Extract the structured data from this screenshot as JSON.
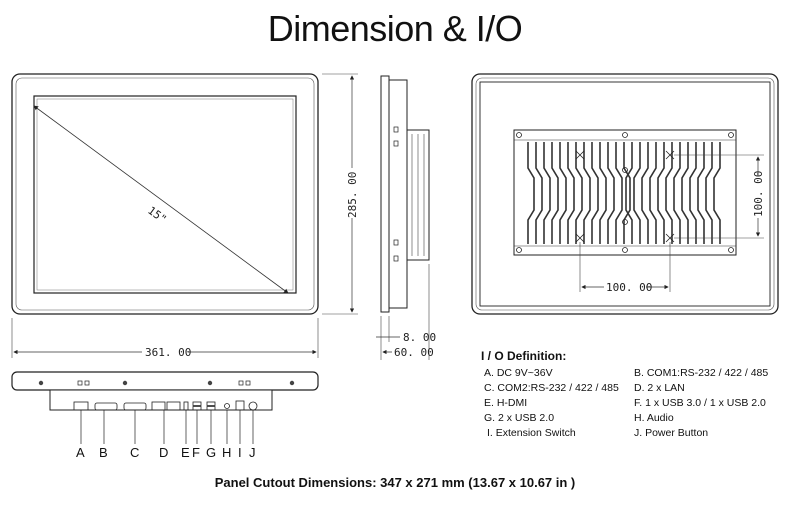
{
  "title": "Dimension & I/O",
  "front_view": {
    "diagonal_label": "15\"",
    "width_label": "361. 00",
    "height_label": "285. 00"
  },
  "side_view": {
    "depth_label_1": "8. 00",
    "depth_label_2": "60. 00"
  },
  "rear_view": {
    "hole_spacing_h": "100. 00",
    "hole_spacing_v": "100. 00"
  },
  "ports": {
    "letters": [
      "A",
      "B",
      "C",
      "D",
      "E",
      "F",
      "G",
      "H",
      "I",
      "J"
    ]
  },
  "io_definition": {
    "heading": "I / O Definition:",
    "items": [
      "A. DC 9V~36V",
      "B. COM1:RS-232 / 422 / 485",
      "C. COM2:RS-232 / 422 / 485",
      "D. 2 x LAN",
      "E. H-DMI",
      "F. 1 x USB 3.0 / 1 x USB 2.0",
      "G. 2 x USB 2.0",
      "H. Audio",
      "I. Extension Switch",
      "J. Power Button"
    ]
  },
  "footer": "Panel Cutout Dimensions: 347 x 271 mm (13.67 x 10.67 in )"
}
